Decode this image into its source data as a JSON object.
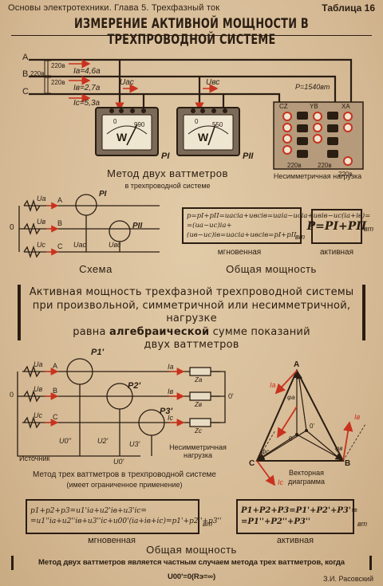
{
  "header": {
    "left": "Основы электротехники. Глава 5. Трехфазный ток",
    "right": "Таблица 16",
    "title": "ИЗМЕРЕНИЕ АКТИВНОЙ МОЩНОСТИ В ТРЕХПРОВОДНОЙ СИСТЕМЕ"
  },
  "top_figure": {
    "line_labels": [
      "A",
      "B",
      "C"
    ],
    "voltages": [
      "220в",
      "220в",
      "220в"
    ],
    "currents": [
      "Iа=4,6а",
      "Iв=2,7а",
      "Iс=5,3а"
    ],
    "uac": "Uас",
    "ubc": "Uвс",
    "meter1": {
      "scale_left": "0",
      "scale_right": "990",
      "symbol": "W",
      "name": "PI"
    },
    "meter2": {
      "scale_left": "0",
      "scale_right": "550",
      "symbol": "W",
      "name": "PII"
    },
    "load_power": "P=1540вт",
    "load_terminals": [
      "CZ",
      "YB",
      "XA"
    ],
    "load_voltages": [
      "220в",
      "220в",
      "220в"
    ],
    "caption": "Метод двух ваттметров",
    "subcaption": "в трехпроводной системе",
    "load_caption": "Несимметричная нагрузка"
  },
  "scheme": {
    "caption": "Схема",
    "labels": [
      "Uа",
      "Uв",
      "Uс",
      "A",
      "B",
      "C",
      "0",
      "PI",
      "PII",
      "Uас",
      "Uвс"
    ]
  },
  "power_total_1": {
    "title": "Общая мощность",
    "instant_line1": "p=pI+pII=uасiа+uвсiв=uаiа−uсiа+uвiв−uс(iа+iв)=",
    "instant_line2": "=(uа−uс)iа+(uв−uс)iв=uасiа+uвсiв=pI+pII",
    "instant_unit": "вт",
    "instant_label": "мгновенная",
    "active_formula": "P=PI+PII",
    "active_unit": "вт",
    "active_label": "активная"
  },
  "statement": {
    "line1": "Активная мощность трехфазной трехпроводной системы",
    "line2": "при произвольной, симметричной или несимметричной, нагрузке",
    "line3_pre": "равна ",
    "line3_bold": "алгебраической",
    "line3_post": " сумме показаний",
    "line4": "двух ваттметров"
  },
  "three_wattmeter": {
    "labels": [
      "P1'",
      "P2'",
      "P3'",
      "Uа",
      "Uв",
      "Uс",
      "A",
      "B",
      "C",
      "Iа",
      "Iв",
      "Iс",
      "Zа",
      "Zв",
      "Zс",
      "0'",
      "0",
      "U0''",
      "U0'",
      "U2'",
      "U3'"
    ],
    "source_label": "Источник",
    "load_label": "Несимметричная нагрузка",
    "caption": "Метод трех ваттметров в трехпроводной системе",
    "subcaption": "(имеет ограниченное применение)"
  },
  "vector_diagram": {
    "labels": [
      "A",
      "B",
      "C",
      "0",
      "0'",
      "Iа",
      "Iв",
      "Iс",
      "φа",
      "φв",
      "φс"
    ],
    "caption_line1": "Векторная",
    "caption_line2": "диаграмма"
  },
  "power_total_2": {
    "instant_line1": "p1+p2+p3=u1'iа+u2'iв+u3'iс=",
    "instant_line2": "=u1''iа+u2''iв+u3''iс+u00'(iа+iв+iс)=p1'+p2''+p3''",
    "instant_unit": "вт",
    "instant_label": "мгновенная",
    "active_line1": "P1+P2+P3=P1'+P2'+P3'=",
    "active_line2": "=P1''+P2''+P3''",
    "active_unit": "вт",
    "active_label": "активная",
    "title": "Общая мощность"
  },
  "footer": {
    "note": "Метод двух ваттметров является частным случаем метода трех ваттметров, когда U00'=0(Rэ=∞)",
    "author": "З.И. Расовский"
  },
  "colors": {
    "paper": "#d9c1a0",
    "ink": "#2a1d12",
    "accent_red": "#c8321e",
    "meter_face": "#efe6d2"
  }
}
